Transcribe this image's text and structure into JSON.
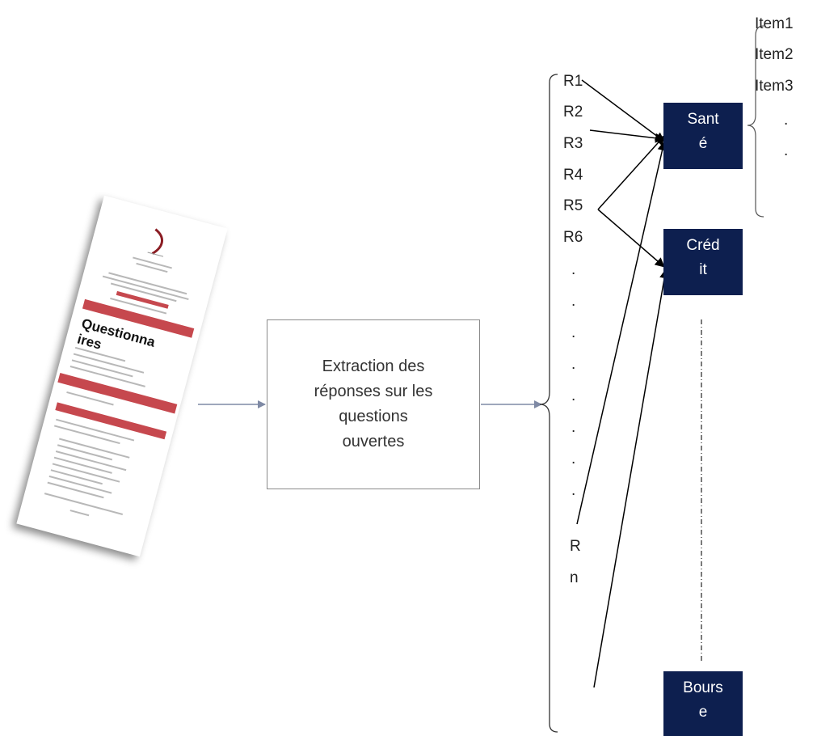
{
  "document": {
    "label": "Questionna\nires"
  },
  "process_box": {
    "label": "Extraction des\nréponses sur les\nquestions\nouvertes"
  },
  "responses": [
    "R1",
    "R2",
    "R3",
    "R4",
    "R5",
    "R6",
    ".",
    ".",
    ".",
    ".",
    ".",
    ".",
    ".",
    ".",
    "R",
    "n"
  ],
  "categories": [
    {
      "label": "Sant\né"
    },
    {
      "label": "Créd\nit"
    },
    {
      "label": "Bours\ne"
    }
  ],
  "items": [
    "Item1",
    "Item2",
    "Item3",
    ".",
    "."
  ],
  "colors": {
    "category_fill": "#0d1f4f",
    "connector": "#7f8aa5",
    "arrow": "#000000",
    "doc_accent": "#c6484e"
  }
}
